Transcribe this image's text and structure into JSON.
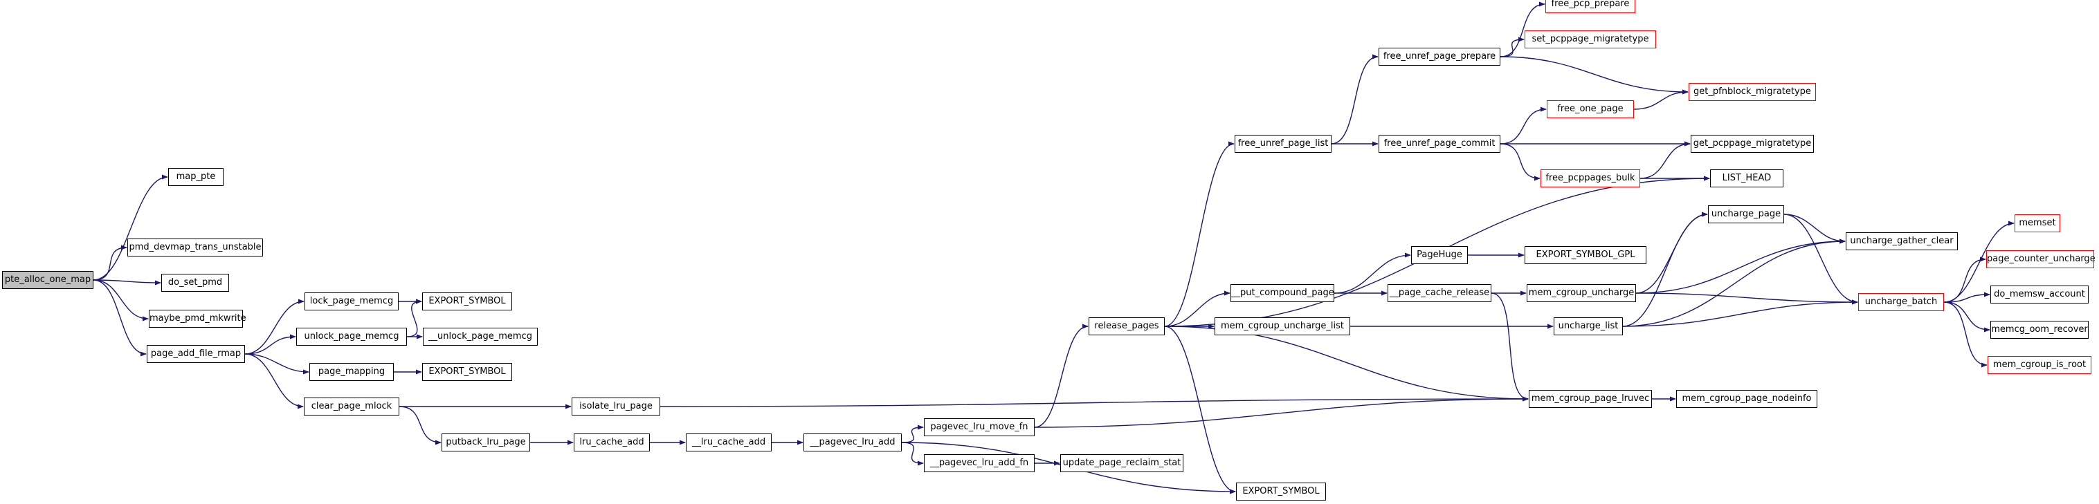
{
  "graph": {
    "title": "",
    "colors": {
      "edge": "#191970",
      "root_fill": "#bfbfbf",
      "node_border": "#000000",
      "truncated_border": "#ff0000"
    },
    "nodes": [
      {
        "id": "pte_alloc_one_map",
        "label": "pte_alloc_one_map",
        "root": true
      },
      {
        "id": "map_pte",
        "label": "map_pte"
      },
      {
        "id": "pmd_devmap_trans_unstable",
        "label": "pmd_devmap_trans_unstable"
      },
      {
        "id": "do_set_pmd",
        "label": "do_set_pmd"
      },
      {
        "id": "maybe_pmd_mkwrite",
        "label": "maybe_pmd_mkwrite"
      },
      {
        "id": "page_add_file_rmap",
        "label": "page_add_file_rmap"
      },
      {
        "id": "lock_page_memcg",
        "label": "lock_page_memcg"
      },
      {
        "id": "unlock_page_memcg",
        "label": "unlock_page_memcg"
      },
      {
        "id": "page_mapping",
        "label": "page_mapping"
      },
      {
        "id": "clear_page_mlock",
        "label": "clear_page_mlock"
      },
      {
        "id": "export_symbol_1",
        "label": "EXPORT_SYMBOL"
      },
      {
        "id": "__unlock_page_memcg",
        "label": "__unlock_page_memcg"
      },
      {
        "id": "export_symbol_2",
        "label": "EXPORT_SYMBOL"
      },
      {
        "id": "isolate_lru_page",
        "label": "isolate_lru_page"
      },
      {
        "id": "putback_lru_page",
        "label": "putback_lru_page"
      },
      {
        "id": "lru_cache_add",
        "label": "lru_cache_add"
      },
      {
        "id": "__lru_cache_add",
        "label": "__lru_cache_add"
      },
      {
        "id": "__pagevec_lru_add",
        "label": "__pagevec_lru_add"
      },
      {
        "id": "pagevec_lru_move_fn",
        "label": "pagevec_lru_move_fn"
      },
      {
        "id": "__pagevec_lru_add_fn",
        "label": "__pagevec_lru_add_fn"
      },
      {
        "id": "update_page_reclaim_stat",
        "label": "update_page_reclaim_stat"
      },
      {
        "id": "release_pages",
        "label": "release_pages"
      },
      {
        "id": "free_unref_page_list",
        "label": "free_unref_page_list"
      },
      {
        "id": "__put_compound_page",
        "label": "__put_compound_page"
      },
      {
        "id": "mem_cgroup_uncharge_list",
        "label": "mem_cgroup_uncharge_list"
      },
      {
        "id": "export_symbol_3",
        "label": "EXPORT_SYMBOL"
      },
      {
        "id": "free_unref_page_prepare",
        "label": "free_unref_page_prepare"
      },
      {
        "id": "free_unref_page_commit",
        "label": "free_unref_page_commit"
      },
      {
        "id": "PageHuge",
        "label": "PageHuge"
      },
      {
        "id": "__page_cache_release",
        "label": "__page_cache_release"
      },
      {
        "id": "mem_cgroup_page_lruvec",
        "label": "mem_cgroup_page_lruvec"
      },
      {
        "id": "free_pcp_prepare",
        "label": "free_pcp_prepare",
        "truncated": true
      },
      {
        "id": "set_pcppage_migratetype",
        "label": "set_pcppage_migratetype",
        "truncated": true
      },
      {
        "id": "free_one_page",
        "label": "free_one_page",
        "truncated": true
      },
      {
        "id": "free_pcppages_bulk",
        "label": "free_pcppages_bulk",
        "truncated": true
      },
      {
        "id": "EXPORT_SYMBOL_GPL",
        "label": "EXPORT_SYMBOL_GPL"
      },
      {
        "id": "mem_cgroup_uncharge",
        "label": "mem_cgroup_uncharge"
      },
      {
        "id": "uncharge_list",
        "label": "uncharge_list"
      },
      {
        "id": "get_pfnblock_migratetype",
        "label": "get_pfnblock_migratetype",
        "truncated": true
      },
      {
        "id": "get_pcppage_migratetype",
        "label": "get_pcppage_migratetype"
      },
      {
        "id": "LIST_HEAD",
        "label": "LIST_HEAD"
      },
      {
        "id": "uncharge_page",
        "label": "uncharge_page"
      },
      {
        "id": "mem_cgroup_page_nodeinfo",
        "label": "mem_cgroup_page_nodeinfo"
      },
      {
        "id": "uncharge_gather_clear",
        "label": "uncharge_gather_clear"
      },
      {
        "id": "uncharge_batch",
        "label": "uncharge_batch",
        "truncated": true
      },
      {
        "id": "memset",
        "label": "memset",
        "truncated": true
      },
      {
        "id": "page_counter_uncharge",
        "label": "page_counter_uncharge",
        "truncated": true
      },
      {
        "id": "do_memsw_account",
        "label": "do_memsw_account"
      },
      {
        "id": "memcg_oom_recover",
        "label": "memcg_oom_recover"
      },
      {
        "id": "mem_cgroup_is_root",
        "label": "mem_cgroup_is_root",
        "truncated": true
      }
    ],
    "edges": [
      [
        "pte_alloc_one_map",
        "map_pte"
      ],
      [
        "pte_alloc_one_map",
        "pmd_devmap_trans_unstable"
      ],
      [
        "pte_alloc_one_map",
        "do_set_pmd"
      ],
      [
        "pte_alloc_one_map",
        "maybe_pmd_mkwrite"
      ],
      [
        "pte_alloc_one_map",
        "page_add_file_rmap"
      ],
      [
        "page_add_file_rmap",
        "lock_page_memcg"
      ],
      [
        "page_add_file_rmap",
        "unlock_page_memcg"
      ],
      [
        "page_add_file_rmap",
        "page_mapping"
      ],
      [
        "page_add_file_rmap",
        "clear_page_mlock"
      ],
      [
        "lock_page_memcg",
        "export_symbol_1"
      ],
      [
        "unlock_page_memcg",
        "export_symbol_1"
      ],
      [
        "unlock_page_memcg",
        "__unlock_page_memcg"
      ],
      [
        "page_mapping",
        "export_symbol_2"
      ],
      [
        "clear_page_mlock",
        "isolate_lru_page"
      ],
      [
        "clear_page_mlock",
        "putback_lru_page"
      ],
      [
        "isolate_lru_page",
        "mem_cgroup_page_lruvec"
      ],
      [
        "putback_lru_page",
        "lru_cache_add"
      ],
      [
        "lru_cache_add",
        "__lru_cache_add"
      ],
      [
        "__lru_cache_add",
        "__pagevec_lru_add"
      ],
      [
        "__pagevec_lru_add",
        "pagevec_lru_move_fn"
      ],
      [
        "__pagevec_lru_add",
        "__pagevec_lru_add_fn"
      ],
      [
        "__pagevec_lru_add",
        "export_symbol_3"
      ],
      [
        "pagevec_lru_move_fn",
        "release_pages"
      ],
      [
        "pagevec_lru_move_fn",
        "mem_cgroup_page_lruvec"
      ],
      [
        "__pagevec_lru_add_fn",
        "update_page_reclaim_stat"
      ],
      [
        "release_pages",
        "free_unref_page_list"
      ],
      [
        "release_pages",
        "LIST_HEAD"
      ],
      [
        "release_pages",
        "__put_compound_page"
      ],
      [
        "release_pages",
        "mem_cgroup_uncharge_list"
      ],
      [
        "release_pages",
        "mem_cgroup_page_lruvec"
      ],
      [
        "release_pages",
        "export_symbol_3"
      ],
      [
        "free_unref_page_list",
        "free_unref_page_prepare"
      ],
      [
        "free_unref_page_list",
        "free_unref_page_commit"
      ],
      [
        "free_unref_page_prepare",
        "free_pcp_prepare"
      ],
      [
        "free_unref_page_prepare",
        "set_pcppage_migratetype"
      ],
      [
        "free_unref_page_prepare",
        "get_pfnblock_migratetype"
      ],
      [
        "free_unref_page_commit",
        "free_one_page"
      ],
      [
        "free_unref_page_commit",
        "get_pcppage_migratetype"
      ],
      [
        "free_unref_page_commit",
        "free_pcppages_bulk"
      ],
      [
        "free_one_page",
        "get_pfnblock_migratetype"
      ],
      [
        "free_pcppages_bulk",
        "get_pcppage_migratetype"
      ],
      [
        "free_pcppages_bulk",
        "LIST_HEAD"
      ],
      [
        "__put_compound_page",
        "PageHuge"
      ],
      [
        "__put_compound_page",
        "__page_cache_release"
      ],
      [
        "PageHuge",
        "EXPORT_SYMBOL_GPL"
      ],
      [
        "__page_cache_release",
        "mem_cgroup_uncharge"
      ],
      [
        "__page_cache_release",
        "mem_cgroup_page_lruvec"
      ],
      [
        "mem_cgroup_uncharge_list",
        "uncharge_list"
      ],
      [
        "mem_cgroup_uncharge",
        "uncharge_page"
      ],
      [
        "mem_cgroup_uncharge",
        "uncharge_gather_clear"
      ],
      [
        "mem_cgroup_uncharge",
        "uncharge_batch"
      ],
      [
        "uncharge_list",
        "uncharge_page"
      ],
      [
        "uncharge_list",
        "uncharge_gather_clear"
      ],
      [
        "uncharge_list",
        "uncharge_batch"
      ],
      [
        "uncharge_page",
        "uncharge_gather_clear"
      ],
      [
        "uncharge_page",
        "uncharge_batch"
      ],
      [
        "mem_cgroup_page_lruvec",
        "mem_cgroup_page_nodeinfo"
      ],
      [
        "uncharge_batch",
        "memset"
      ],
      [
        "uncharge_batch",
        "page_counter_uncharge"
      ],
      [
        "uncharge_batch",
        "do_memsw_account"
      ],
      [
        "uncharge_batch",
        "memcg_oom_recover"
      ],
      [
        "uncharge_batch",
        "mem_cgroup_is_root"
      ]
    ]
  }
}
